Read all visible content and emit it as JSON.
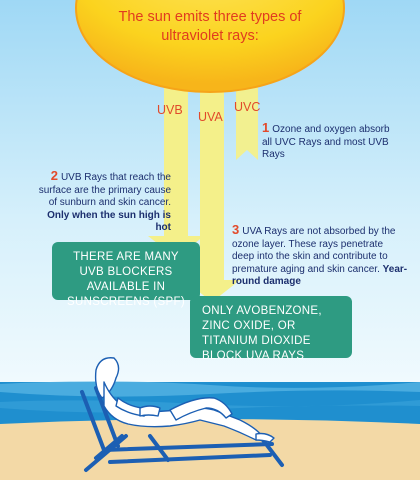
{
  "title": "The sun emits three types of ultraviolet rays:",
  "rays": [
    {
      "id": "uvb",
      "label": "UVB"
    },
    {
      "id": "uva",
      "label": "UVA"
    },
    {
      "id": "uvc",
      "label": "UVC"
    }
  ],
  "notes": {
    "uvc": {
      "number": "1",
      "text": "Ozone and oxygen absorb all UVC Rays and most UVB Rays",
      "emphasis": ""
    },
    "uvb": {
      "number": "2",
      "text": "UVB Rays that reach the surface are the primary cause of sunburn and skin cancer.",
      "emphasis": "Only when the sun high is hot"
    },
    "uva": {
      "number": "3",
      "text": "UVA Rays are not absorbed by the ozone layer. These rays penetrate deep into the skin and contribute to premature aging and skin cancer.",
      "emphasis": "Year-round damage"
    }
  },
  "callouts": {
    "uvb_blockers": "There are many UVB blockers available in sunscreens (SPF)",
    "uva_blockers": "Only avobenzone, zinc oxide, or titanium dioxide block UVA rays"
  },
  "colors": {
    "sky_top": "#a9ddf6",
    "sky_bottom": "#e9f7fd",
    "sea": "#1f8fcf",
    "sea_light": "#5cb8e6",
    "sand": "#f3d9a6",
    "sun": "#fbd31e",
    "sun_rim": "#f6a418",
    "ray": "#f4f08a",
    "box": "#2e9b82",
    "accent_red": "#e13c1f",
    "note_text": "#1c2f6e",
    "chair": "#1c5fb3"
  }
}
